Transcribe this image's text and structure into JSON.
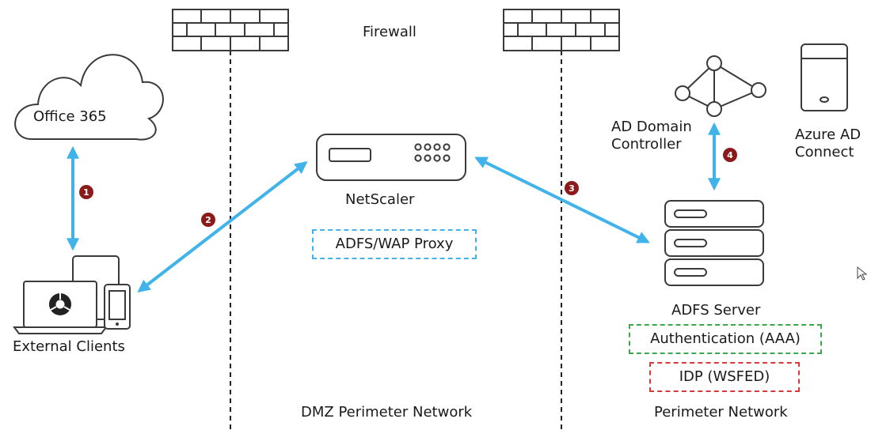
{
  "labels": {
    "firewall": "Firewall",
    "office365": "Office 365",
    "netscaler": "NetScaler",
    "ad_domain_controller": "AD Domain Controller",
    "azure_ad_connect": "Azure AD Connect",
    "external_clients": "External Clients",
    "adfs_server": "ADFS Server",
    "dmz_network": "DMZ Perimeter Network",
    "perimeter_network": "Perimeter Network"
  },
  "boxes": {
    "adfs_wap_proxy": "ADFS/WAP Proxy",
    "authentication": "Authentication (AAA)",
    "idp": "IDP (WSFED)"
  },
  "steps": [
    "1",
    "2",
    "3",
    "4"
  ],
  "colors": {
    "arrow": "#3fb3ea",
    "step_badge": "#8b1a1a",
    "proxy_border": "#3fb3ea",
    "auth_border": "#3aa84a",
    "idp_border": "#d6393a",
    "outline": "#3a3a3a"
  }
}
